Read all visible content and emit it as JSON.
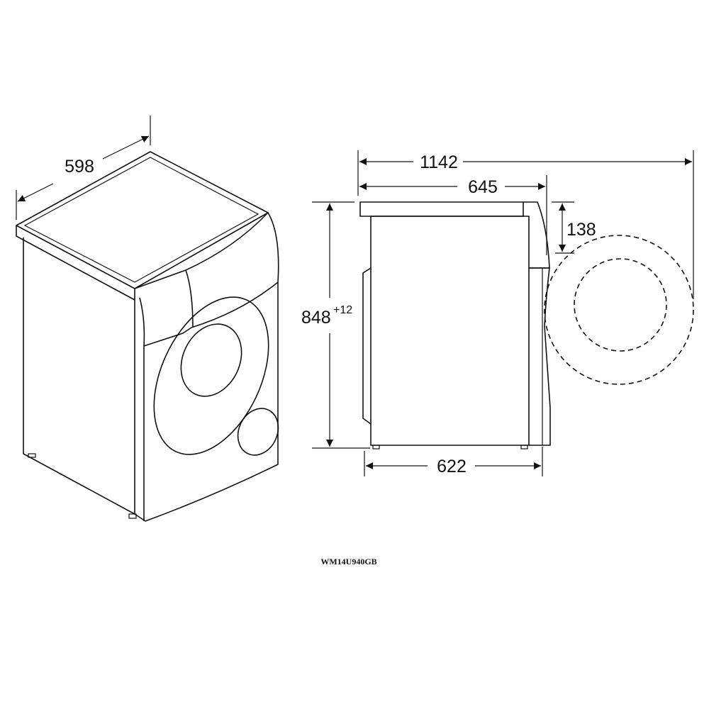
{
  "dimensions": {
    "width": "598",
    "total_depth_door_open": "1142",
    "depth": "645",
    "height": "848",
    "height_tolerance": "+12",
    "top_panel_height": "138",
    "body_depth": "622"
  },
  "model": "WM14U940GB",
  "colors": {
    "line": "#111111",
    "background": "#ffffff"
  }
}
